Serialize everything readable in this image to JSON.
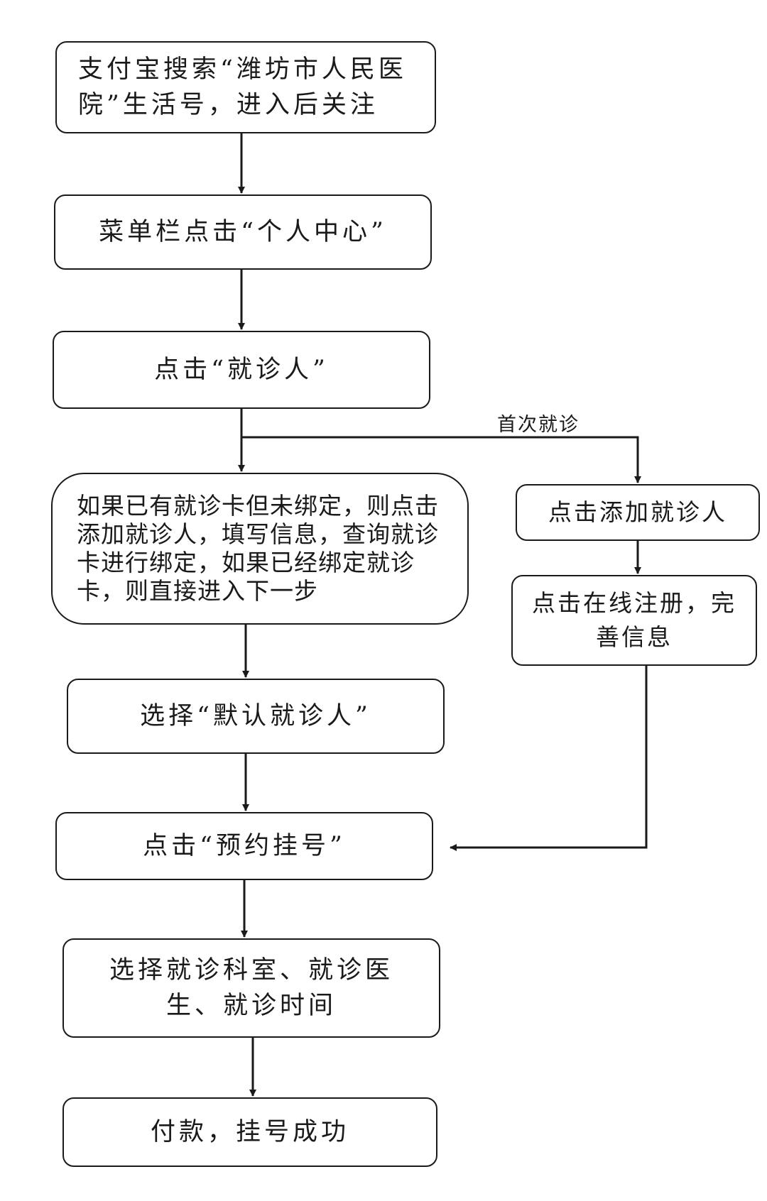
{
  "steps": {
    "s1": "支付宝搜索“潍坊市人民医院”生活号，进入后关注",
    "s2": "菜单栏点击“个人中心”",
    "s3": "点击“就诊人”",
    "s4": "如果已有就诊卡但未绑定，则点击添加就诊人，填写信息，查询就诊卡进行绑定，如果已经绑定就诊卡，则直接进入下一步",
    "s5": "选择“默认就诊人”",
    "s6": "点击“预约挂号”",
    "s7": "选择就诊科室、就诊医生、就诊时间",
    "s8": "付款，挂号成功"
  },
  "branch": {
    "label": "首次就诊",
    "b1": "点击添加就诊人",
    "b2": "点击在线注册，完善信息"
  },
  "colors": {
    "line": "#1a1a1a",
    "box_border": "#1a1a1a",
    "background": "#ffffff"
  }
}
